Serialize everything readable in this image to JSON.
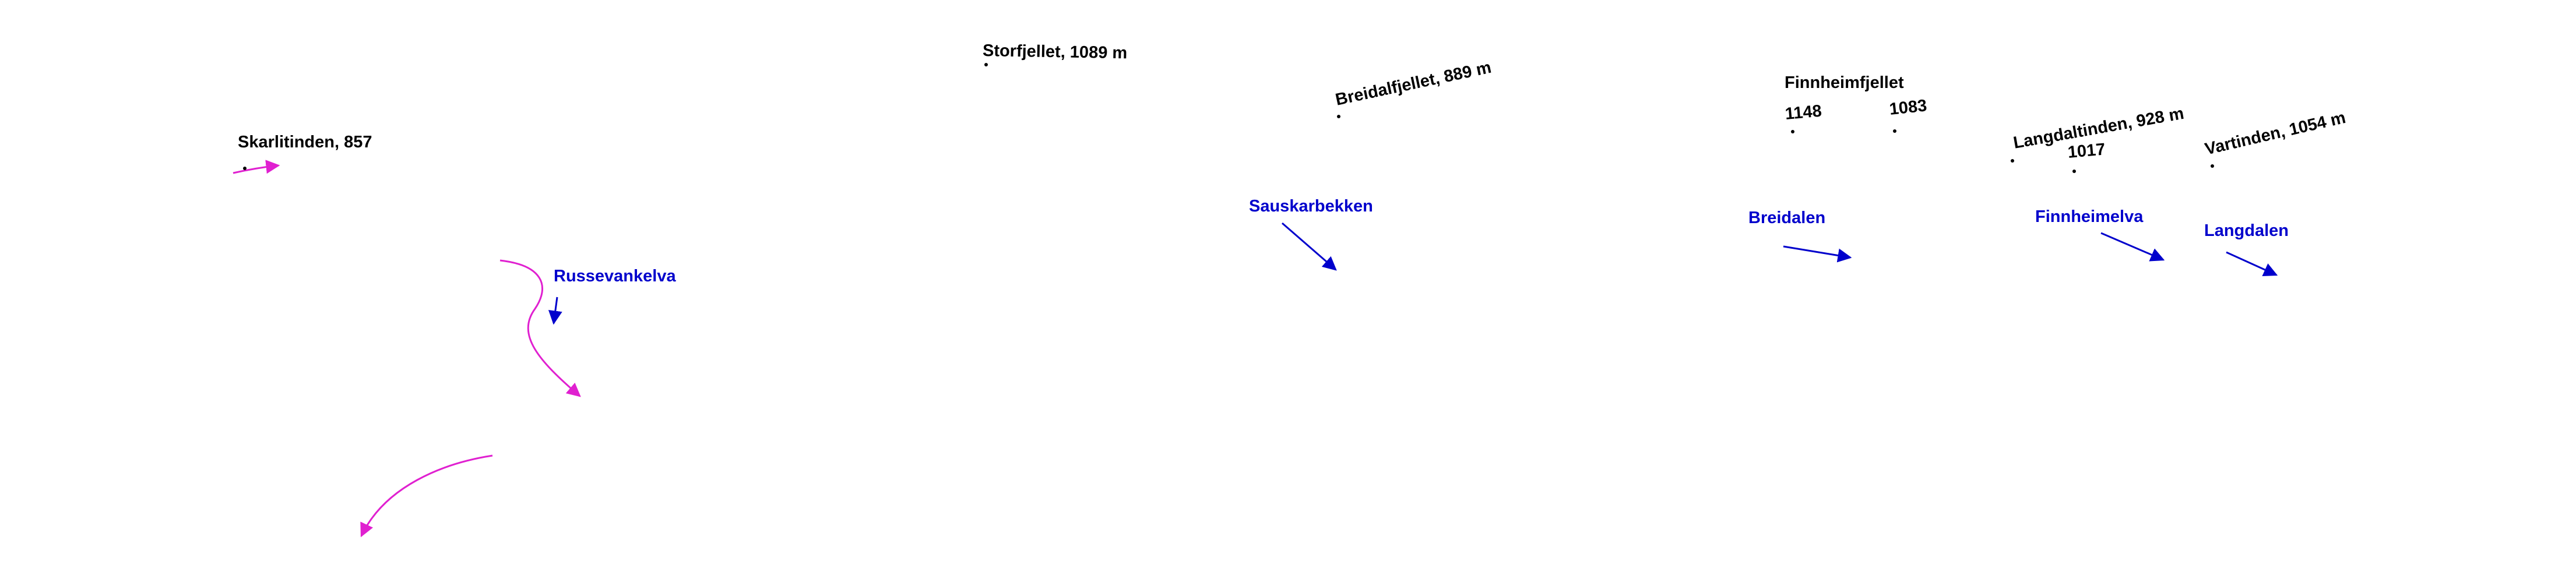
{
  "colors": {
    "peak_label": "#000000",
    "water_label": "#0000cc",
    "water_arrow": "#0000cc",
    "route_arrow": "#e020d0",
    "background": "#ffffff"
  },
  "peaks": {
    "skarlitinden": "Skarlitinden, 857",
    "storfjellet": "Storfjellet, 1089 m",
    "breidalfjellet": "Breidalfjellet, 889 m",
    "finnheimfjellet": "Finnheimfjellet",
    "peak_1148": "1148",
    "peak_1083": "1083",
    "langdaltinden": "Langdaltinden, 928 m",
    "peak_1017": "1017",
    "vartinden": "Vartinden, 1054 m"
  },
  "water": {
    "russevankelva": "Russevankelva",
    "sauskarbekken": "Sauskarbekken",
    "breidalen": "Breidalen",
    "finnheimelva": "Finnheimelva",
    "langdalen": "Langdalen"
  }
}
